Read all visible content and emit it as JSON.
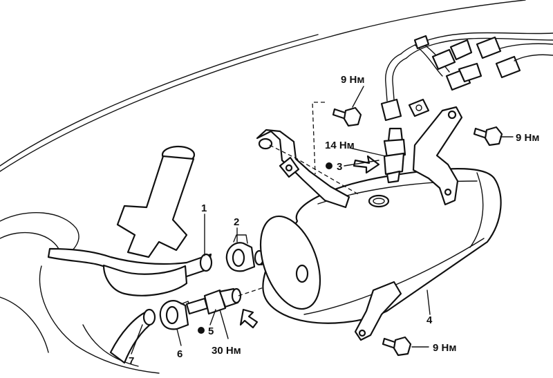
{
  "labels": {
    "torque_bolt_top": "9 Нм",
    "torque_bolt_right": "9 Нм",
    "torque_bolt_bottom": "9 Нм",
    "torque_sensor_top": "14 Нм",
    "torque_sensor_bottom": "30 Нм",
    "callout_1": "1",
    "callout_2": "2",
    "callout_3": "3",
    "callout_4": "4",
    "callout_5": "5",
    "callout_6": "6",
    "callout_7": "7"
  }
}
